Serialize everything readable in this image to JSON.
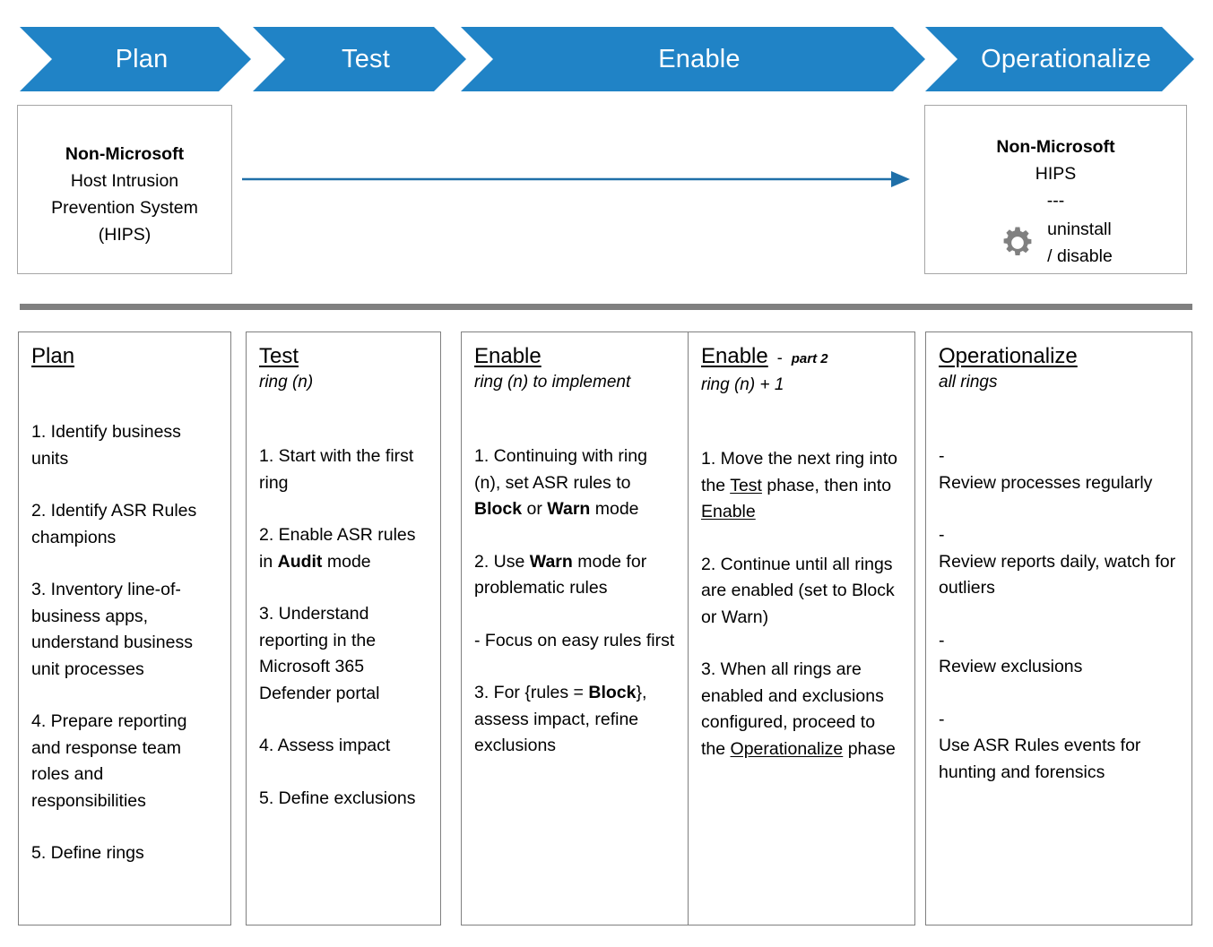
{
  "banner": {
    "color": "#2083C6",
    "phases": [
      {
        "label": "Plan"
      },
      {
        "label": "Test"
      },
      {
        "label": "Enable"
      },
      {
        "label": "Operationalize"
      }
    ]
  },
  "hips": {
    "left": {
      "title": "Non-Microsoft",
      "line1": "Host Intrusion",
      "line2": "Prevention System",
      "line3": "(HIPS)"
    },
    "arrow": {
      "icon_name": "right-arrow",
      "color": "#1F6FA8"
    },
    "right": {
      "title": "Non-Microsoft",
      "line1": "HIPS",
      "line2": "---",
      "icon_name": "gear-icon",
      "icon_color": "#808080",
      "action_line1": "uninstall",
      "action_line2": "/ disable"
    }
  },
  "columns": [
    {
      "key": "plan",
      "title": "Plan",
      "part": "",
      "subtitle": "",
      "items": [
        "1. Identify business units",
        "2. Identify ASR Rules champions",
        "3. Inventory line-of-business apps, understand business unit processes",
        "4.  Prepare reporting and response team roles and responsibilities",
        "5. Define rings"
      ]
    },
    {
      "key": "test",
      "title": "Test",
      "part": "",
      "subtitle": "ring (n)",
      "items": [
        "1. Start with the first ring",
        "2. Enable ASR rules in <b>Audit</b> mode",
        "3. Understand reporting in the Microsoft 365 Defender portal",
        "4. Assess impact",
        "5. Define exclusions"
      ]
    },
    {
      "key": "enable",
      "title": "Enable",
      "part": "",
      "subtitle": "ring (n) to implement",
      "items": [
        "1. Continuing with ring (n), set ASR rules to <b>Block</b> or <b>Warn</b> mode",
        "2. Use <b>Warn</b> mode for problematic rules",
        "- Focus on easy rules first",
        "3. For {rules = <b>Block</b>}, assess impact, refine exclusions"
      ]
    },
    {
      "key": "enable-part2",
      "title": "Enable",
      "part": "part 2",
      "dash": "-",
      "subtitle": "ring (n) + 1",
      "items": [
        "1. Move the next ring into the <u>Test</u> phase, then into <u>Enable</u>",
        "2. Continue until all rings are enabled (set to Block or Warn)",
        "3. When all rings are enabled and exclusions configured, proceed to the <u>Operationalize</u> phase"
      ]
    },
    {
      "key": "operationalize",
      "title": "Operationalize",
      "part": "",
      "subtitle": "all rings",
      "items": [
        "-<br>Review processes regularly",
        "-<br>Review reports daily, watch for outliers",
        "-<br>Review exclusions",
        "-<br>Use ASR Rules events for hunting and forensics"
      ]
    }
  ]
}
